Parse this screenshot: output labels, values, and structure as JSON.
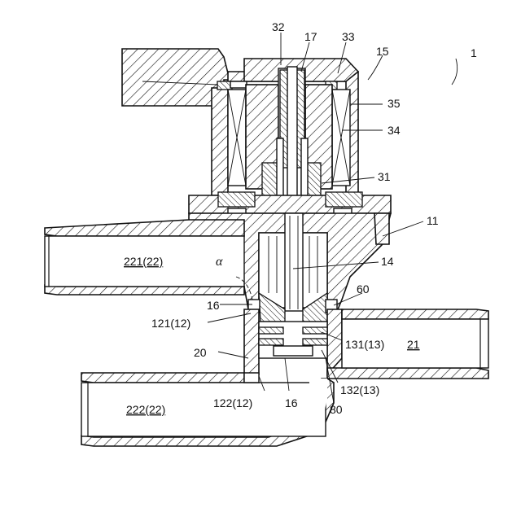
{
  "labels": {
    "l1": "1",
    "l15": "15",
    "l32": "32",
    "l17": "17",
    "l33": "33",
    "l35": "35",
    "l34": "34",
    "l31": "31",
    "l11": "11",
    "l14": "14",
    "l60": "60",
    "l221": "221(22)",
    "l222": "222(22)",
    "l16a": "16",
    "l16b": "16",
    "l121": "121(12)",
    "l122": "122(12)",
    "l20": "20",
    "l131": "131(13)",
    "l132": "132(13)",
    "l21": "21",
    "l80": "80",
    "alpha": "α"
  }
}
